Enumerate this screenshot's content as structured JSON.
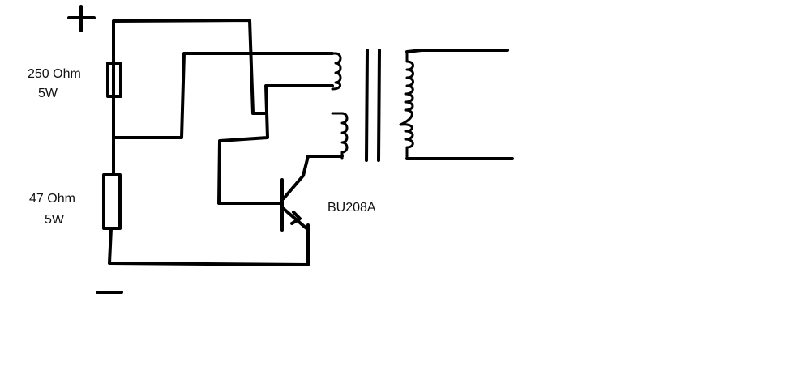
{
  "diagram": {
    "supply": {
      "positive_symbol": "+",
      "negative_symbol": ""
    },
    "resistors": [
      {
        "value": "250 Ohm",
        "power": "5W"
      },
      {
        "value": "47 Ohm",
        "power": "5W"
      }
    ],
    "transistor": {
      "label": "BU208A"
    },
    "colors": {
      "ink": "#000000",
      "background": "#ffffff"
    }
  }
}
